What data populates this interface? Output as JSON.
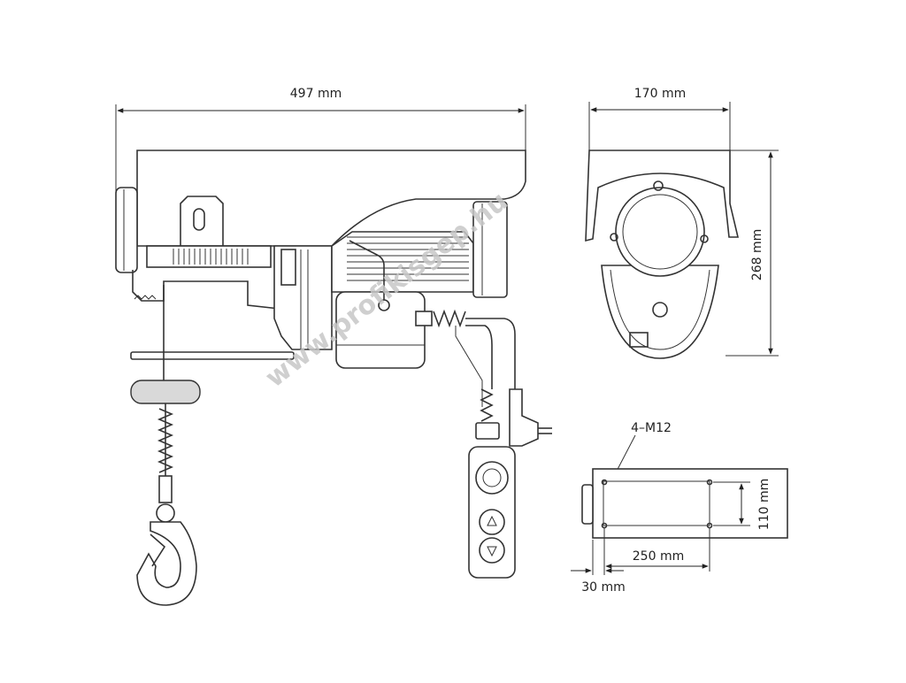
{
  "dimensions": {
    "length": "497 mm",
    "width": "170 mm",
    "height": "268 mm",
    "hole_spacing_long": "250 mm",
    "hole_spacing_short": "110 mm",
    "edge_offset": "30 mm",
    "mounting_holes": "4–M12"
  },
  "watermark": "www.profikisgep.hu",
  "colors": {
    "line": "#333333",
    "watermark": "#c7c7c7"
  }
}
